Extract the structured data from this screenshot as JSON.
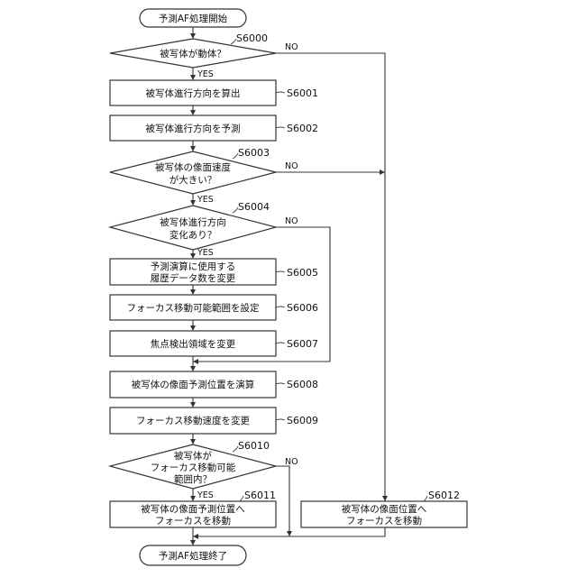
{
  "title": "予測AF処理 flowchart",
  "nodes": {
    "start": {
      "type": "terminal",
      "lines": [
        "予測AF処理開始"
      ]
    },
    "s6000": {
      "type": "decision",
      "step": "S6000",
      "lines": [
        "被写体が動体？"
      ],
      "yes": "YES",
      "no": "NO"
    },
    "s6001": {
      "type": "process",
      "step": "S6001",
      "lines": [
        "被写体進行方向を算出"
      ]
    },
    "s6002": {
      "type": "process",
      "step": "S6002",
      "lines": [
        "被写体進行方向を予測"
      ]
    },
    "s6003": {
      "type": "decision",
      "step": "S6003",
      "lines": [
        "被写体の像面速度",
        "が大きい？"
      ],
      "yes": "YES",
      "no": "NO"
    },
    "s6004": {
      "type": "decision",
      "step": "S6004",
      "lines": [
        "被写体進行方向",
        "変化あり？"
      ],
      "yes": "YES",
      "no": "NO"
    },
    "s6005": {
      "type": "process",
      "step": "S6005",
      "lines": [
        "予測演算に使用する",
        "履歴データ数を変更"
      ]
    },
    "s6006": {
      "type": "process",
      "step": "S6006",
      "lines": [
        "フォーカス移動可能範囲を設定"
      ]
    },
    "s6007": {
      "type": "process",
      "step": "S6007",
      "lines": [
        "焦点検出領域を変更"
      ]
    },
    "s6008": {
      "type": "process",
      "step": "S6008",
      "lines": [
        "被写体の像面予測位置を演算"
      ]
    },
    "s6009": {
      "type": "process",
      "step": "S6009",
      "lines": [
        "フォーカス移動速度を変更"
      ]
    },
    "s6010": {
      "type": "decision",
      "step": "S6010",
      "lines": [
        "被写体が",
        "フォーカス移動可能",
        "範囲内？"
      ],
      "yes": "YES",
      "no": "NO"
    },
    "s6011": {
      "type": "process",
      "step": "S6011",
      "lines": [
        "被写体の像面予測位置へ",
        "フォーカスを移動"
      ]
    },
    "s6012": {
      "type": "process",
      "step": "S6012",
      "lines": [
        "被写体の像面位置へ",
        "フォーカスを移動"
      ]
    },
    "end": {
      "type": "terminal",
      "lines": [
        "予測AF処理終了"
      ]
    }
  },
  "edges": [
    {
      "from": "start",
      "to": "s6000"
    },
    {
      "from": "s6000",
      "to": "s6001",
      "label": "YES"
    },
    {
      "from": "s6000",
      "to": "s6012",
      "label": "NO"
    },
    {
      "from": "s6001",
      "to": "s6002"
    },
    {
      "from": "s6002",
      "to": "s6003"
    },
    {
      "from": "s6003",
      "to": "s6004",
      "label": "YES"
    },
    {
      "from": "s6003",
      "to": "s6012",
      "label": "NO"
    },
    {
      "from": "s6004",
      "to": "s6005",
      "label": "YES"
    },
    {
      "from": "s6004",
      "to": "s6008",
      "label": "NO"
    },
    {
      "from": "s6005",
      "to": "s6006"
    },
    {
      "from": "s6006",
      "to": "s6007"
    },
    {
      "from": "s6007",
      "to": "s6008"
    },
    {
      "from": "s6008",
      "to": "s6009"
    },
    {
      "from": "s6009",
      "to": "s6010"
    },
    {
      "from": "s6010",
      "to": "s6011",
      "label": "YES"
    },
    {
      "from": "s6010",
      "to": "end",
      "label": "NO"
    },
    {
      "from": "s6011",
      "to": "end"
    },
    {
      "from": "s6012",
      "to": "end"
    }
  ]
}
